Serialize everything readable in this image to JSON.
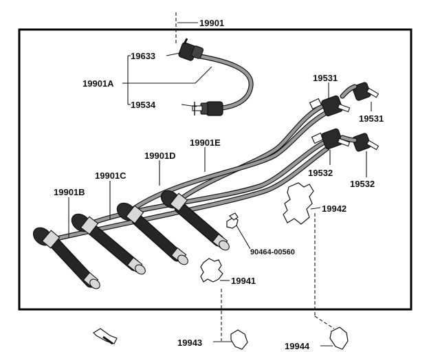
{
  "parts": {
    "p19901": "19901",
    "p19633": "19633",
    "p19901A": "19901A",
    "p19534": "19534",
    "p19531_top": "19531",
    "p19531_right": "19531",
    "p19901E": "19901E",
    "p19901D": "19901D",
    "p19901C": "19901C",
    "p19901B": "19901B",
    "p19532_left": "19532",
    "p19532_right": "19532",
    "p19942": "19942",
    "p90464": "90464-00560",
    "p19941": "19941",
    "p19943": "19943",
    "p19944": "19944"
  }
}
